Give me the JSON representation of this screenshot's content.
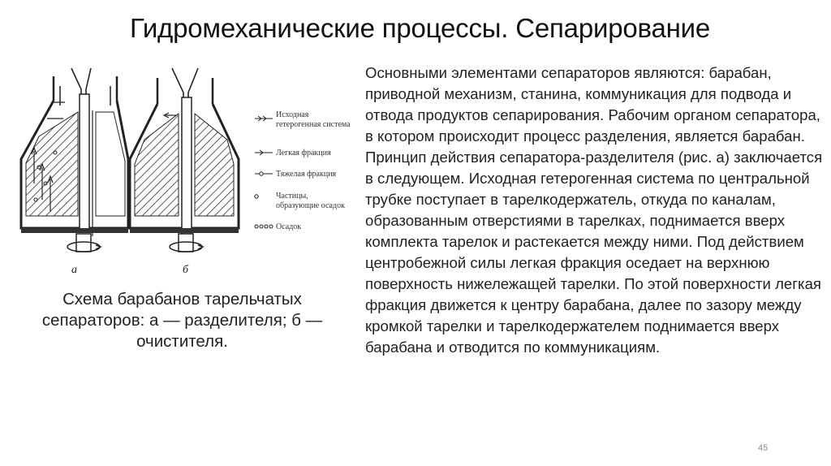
{
  "slide": {
    "title": "Гидромеханические процессы. Сепарирование",
    "page_number": "45"
  },
  "figure": {
    "label_a": "а",
    "label_b": "б",
    "legend": [
      {
        "lines": [
          "Исходная",
          "гетерогенная система"
        ]
      },
      {
        "lines": [
          "Легкая фракция"
        ]
      },
      {
        "lines": [
          "Тяжелая фракция"
        ]
      },
      {
        "lines": [
          "Частицы,",
          "образующие осадок"
        ]
      },
      {
        "lines": [
          "Осадок"
        ]
      }
    ]
  },
  "caption": "Схема барабанов тарельчатых сепараторов: а — разделителя; б — очистителя.",
  "body": {
    "paragraph_1": "Основными элементами сепараторов являются: барабан, приводной механизм, станина, коммуникация для подвода и отвода продуктов сепарирования. Рабочим органом сепаратора, в котором происходит процесс разделения, является барабан.",
    "paragraph_2": "Принцип действия сепаратора-разделителя (рис. а) заключается в следующем. Исходная гетерогенная система по центральной трубке поступает в тарелкодержатель, откуда по каналам, образованным отверстиями в тарелках, поднимается вверх комплекта тарелок и растекается между ними. Под действием центробежной силы легкая фракция оседает на верхнюю поверхность нижележащей тарелки. По этой поверхности легкая фракция движется к центру барабана, далее по зазору между кромкой тарелки и тарелкодержателем поднимается вверх барабана и отводится по коммуникациям."
  }
}
